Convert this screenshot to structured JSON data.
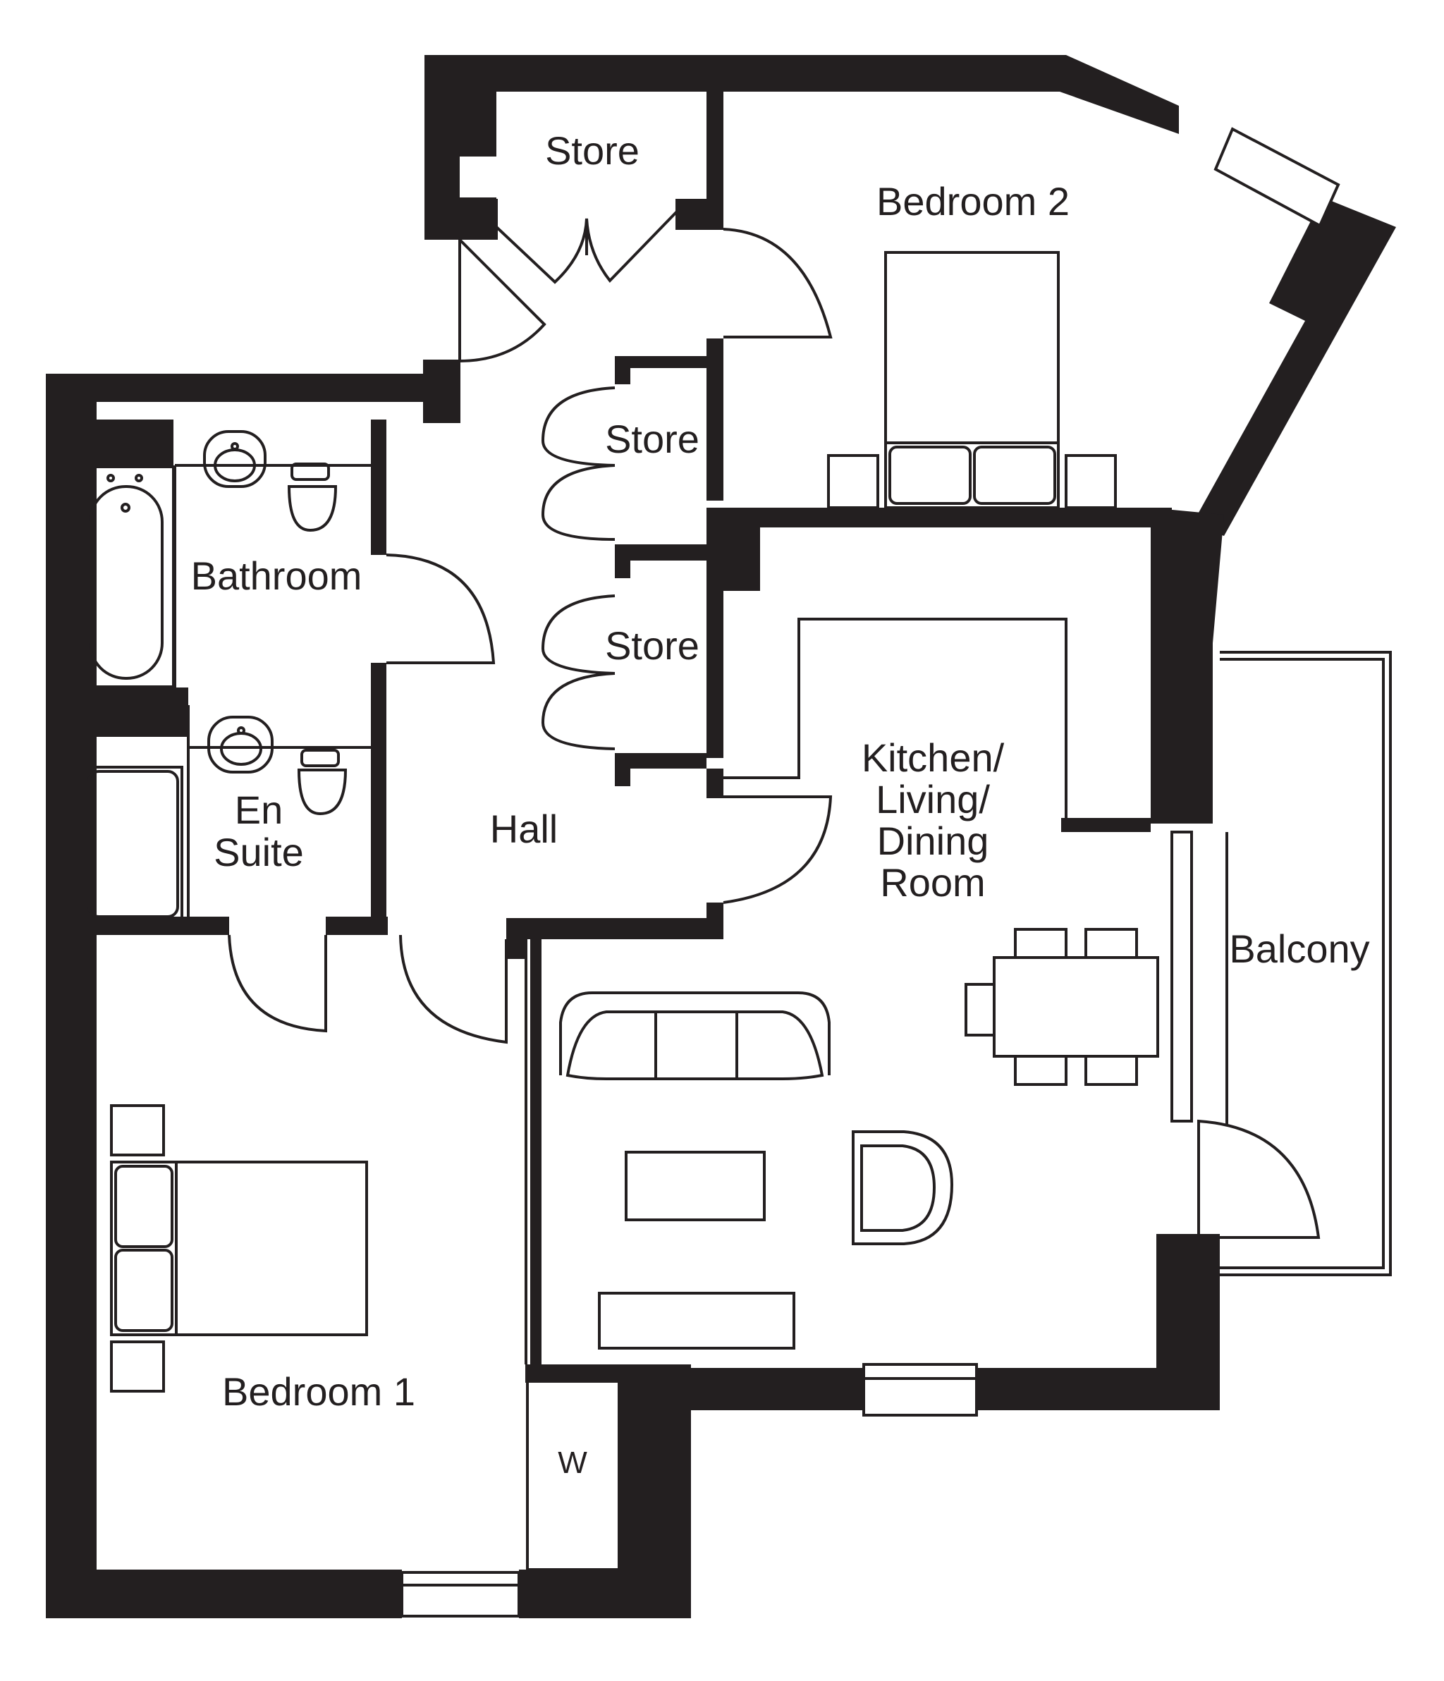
{
  "plan": {
    "colors": {
      "wall": "#231f20",
      "background": "#ffffff"
    },
    "rooms": {
      "store_top": "Store",
      "bedroom2": "Bedroom 2",
      "store_mid": "Store",
      "store_low": "Store",
      "bathroom": "Bathroom",
      "en_suite": [
        "En",
        "Suite"
      ],
      "hall": "Hall",
      "kitchen": [
        "Kitchen/",
        "Living/",
        "Dining",
        "Room"
      ],
      "balcony": "Balcony",
      "bedroom1": "Bedroom 1",
      "wardrobe": "W"
    }
  }
}
